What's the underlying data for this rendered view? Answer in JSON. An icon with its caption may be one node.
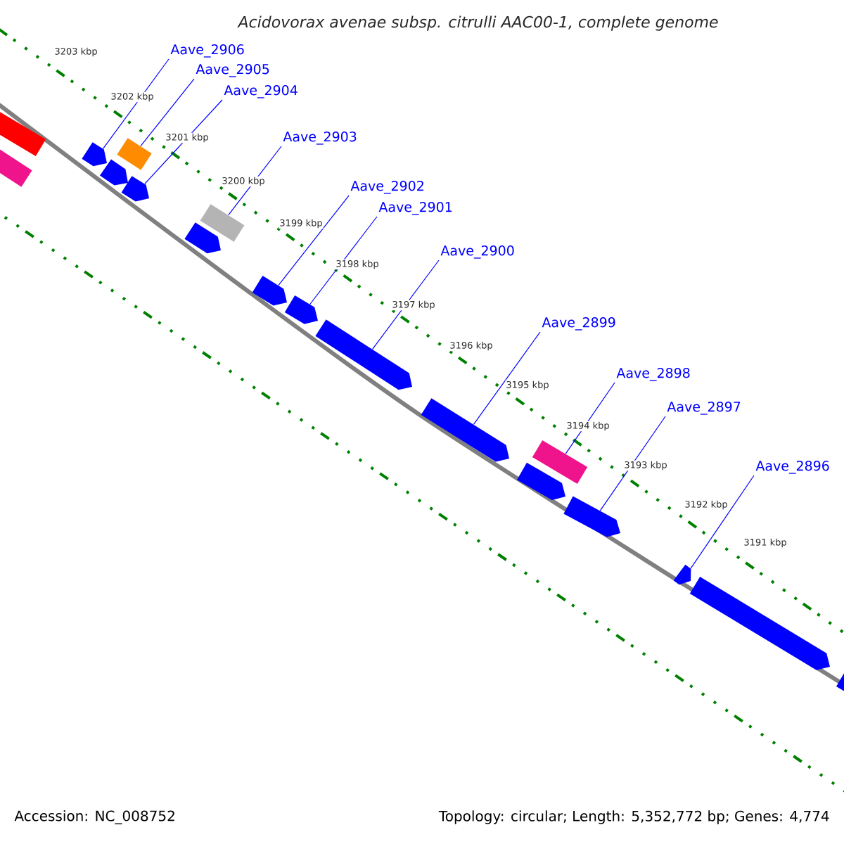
{
  "diagram": {
    "title": "Acidovorax avenae subsp. citrulli AAC00-1, complete genome",
    "nodes": [
      {
        "text": [
          "Aave_2906"
        ]
      },
      {
        "text": [
          "Aave_2905"
        ]
      },
      {
        "text": [
          "Aave_2904"
        ]
      },
      {
        "text": [
          "Aave_2903"
        ]
      },
      {
        "text": [
          "Aave_2902"
        ]
      },
      {
        "text": [
          "Aave_2901"
        ]
      },
      {
        "text": [
          "Aave_2900"
        ]
      },
      {
        "text": [
          "Aave_2899"
        ]
      },
      {
        "text": [
          "Aave_2898"
        ]
      },
      {
        "text": [
          "Aave_2897"
        ]
      },
      {
        "text": [
          "Aave_2896"
        ]
      },
      {
        "text": [],
        "shape": "box"
      },
      {
        "text": [],
        "shape": "box"
      },
      {
        "text": [],
        "shape": "arrow"
      },
      {
        "text": [],
        "shape": "box"
      },
      {
        "text": [],
        "shape": "arrow"
      },
      {
        "text": [],
        "shape": "arrow"
      },
      {
        "text": [],
        "shape": "box"
      },
      {
        "text": [],
        "shape": "arrow"
      },
      {
        "text": [],
        "shape": "arrow"
      },
      {
        "text": [],
        "shape": "arrow"
      },
      {
        "text": [],
        "shape": "arrow"
      },
      {
        "text": [],
        "shape": "arrow"
      },
      {
        "text": [],
        "shape": "box"
      },
      {
        "text": [],
        "shape": "arrow"
      },
      {
        "text": [],
        "shape": "arrow"
      },
      {
        "text": [],
        "shape": "arrow"
      },
      {
        "text": [],
        "shape": "arrow"
      },
      {
        "text": [],
        "shape": "arrow"
      }
    ],
    "edges": [
      {
        "from": 0,
        "to": 13,
        "arrow": "none"
      },
      {
        "from": 1,
        "to": 14,
        "arrow": "none"
      },
      {
        "from": 2,
        "to": 16,
        "arrow": "none"
      },
      {
        "from": 3,
        "to": 17,
        "arrow": "none"
      },
      {
        "from": 4,
        "to": 19,
        "arrow": "none"
      },
      {
        "from": 5,
        "to": 20,
        "arrow": "none"
      },
      {
        "from": 6,
        "to": 21,
        "arrow": "none"
      },
      {
        "from": 7,
        "to": 22,
        "arrow": "none"
      },
      {
        "from": 8,
        "to": 23,
        "arrow": "none"
      },
      {
        "from": 9,
        "to": 25,
        "arrow": "none"
      },
      {
        "from": 10,
        "to": 26,
        "arrow": "none"
      }
    ],
    "labels": [
      "3203 kbp",
      "3202 kbp",
      "3201 kbp",
      "3200 kbp",
      "3199 kbp",
      "3198 kbp",
      "3197 kbp",
      "3196 kbp",
      "3195 kbp",
      "3194 kbp",
      "3193 kbp",
      "3192 kbp",
      "3191 kbp",
      "Accession: NC_008752",
      "Topology: circular; Length: 5,352,772 bp; Genes: 4,774"
    ]
  }
}
